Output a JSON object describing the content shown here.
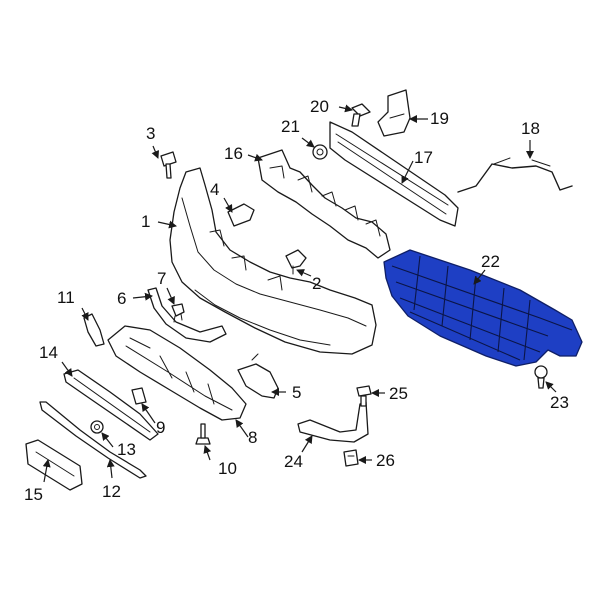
{
  "diagram": {
    "highlight_color": "#1e3fc4",
    "callouts": {
      "c1": "1",
      "c2": "2",
      "c3": "3",
      "c4": "4",
      "c5": "5",
      "c6": "6",
      "c7": "7",
      "c8": "8",
      "c9": "9",
      "c10": "10",
      "c11": "11",
      "c12": "12",
      "c13": "13",
      "c14": "14",
      "c15": "15",
      "c16": "16",
      "c17": "17",
      "c18": "18",
      "c19": "19",
      "c20": "20",
      "c21": "21",
      "c22": "22",
      "c23": "23",
      "c24": "24",
      "c25": "25",
      "c26": "26"
    }
  }
}
